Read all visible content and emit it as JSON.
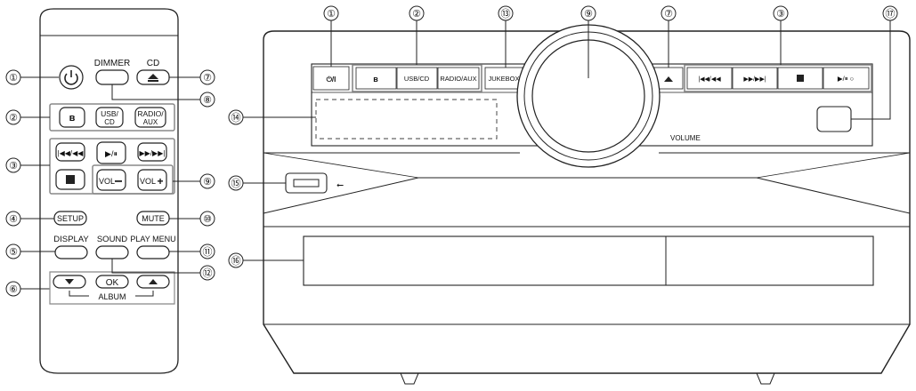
{
  "remote": {
    "callouts_left": [
      "①",
      "②",
      "③",
      "④",
      "⑤",
      "⑥"
    ],
    "callouts_right": [
      "⑦",
      "⑧",
      "⑨",
      "⑩",
      "⑪",
      "⑫"
    ],
    "labels": {
      "dimmer": "DIMMER",
      "cd": "CD",
      "usb_cd_1": "USB/",
      "usb_cd_2": "CD",
      "radio_aux_1": "RADIO/",
      "radio_aux_2": "AUX",
      "vol_minus": "VOL",
      "vol_plus": "VOL",
      "setup": "SETUP",
      "mute": "MUTE",
      "display": "DISPLAY",
      "sound": "SOUND",
      "play_menu": "PLAY MENU",
      "ok": "OK",
      "album": "ALBUM"
    }
  },
  "unit": {
    "callouts_top": [
      "①",
      "②",
      "⑬",
      "⑨",
      "⑦",
      "③",
      "⑰"
    ],
    "callouts_left": [
      "⑭",
      "⑮",
      "⑯"
    ],
    "labels": {
      "power": "⏻/I",
      "usb_cd": "USB/CD",
      "radio_aux": "RADIO/AUX",
      "jukebox": "JUKEBOX",
      "volume": "VOLUME"
    }
  }
}
